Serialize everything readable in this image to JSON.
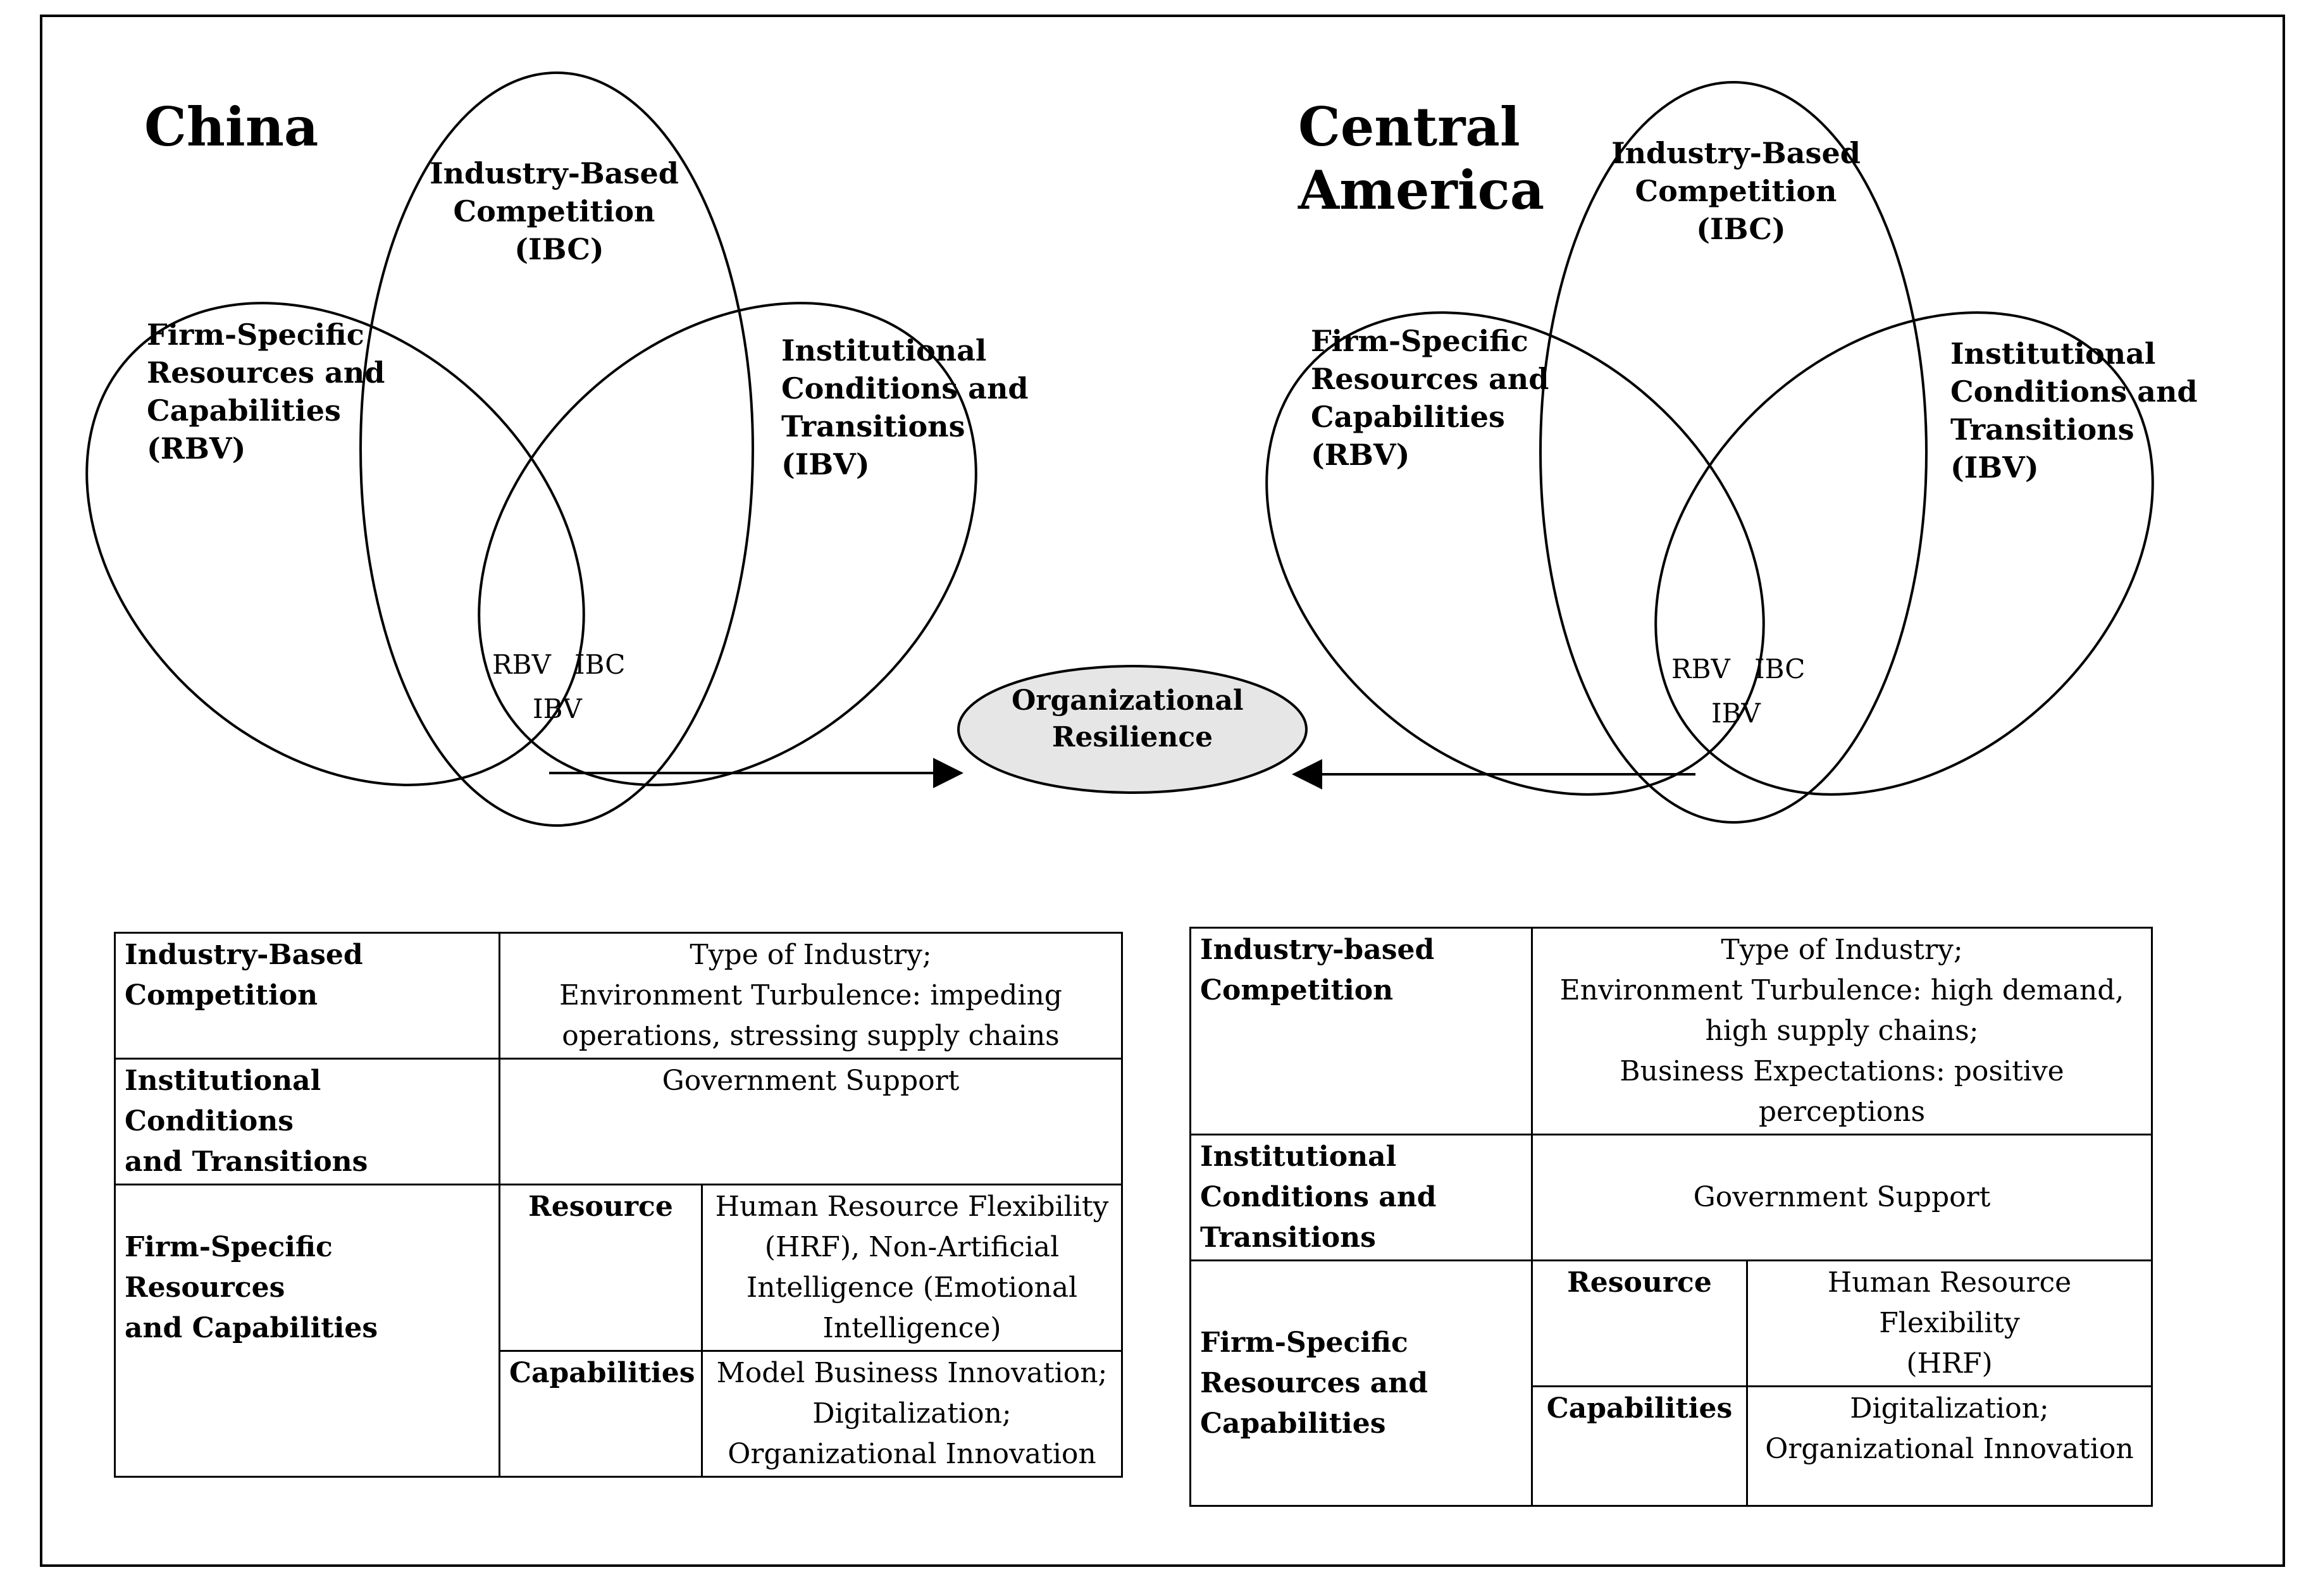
{
  "china": {
    "title": "China",
    "circles": {
      "ibc": [
        "Industry-Based",
        "Competition",
        "(IBC)"
      ],
      "rbv": [
        "Firm-Specific",
        "Resources and",
        "Capabilities",
        "(RBV)"
      ],
      "ibv": [
        "Institutional",
        "Conditions and",
        "Transitions",
        "(IBV)"
      ]
    },
    "intersection": {
      "rbv": "RBV",
      "ibc": "IBC",
      "ibv": "IBV"
    },
    "table": {
      "ibc_label": [
        "Industry-Based",
        "Competition"
      ],
      "ibc_value": [
        "Type of Industry;",
        "Environment Turbulence:  impeding",
        "operations,  stressing supply chains"
      ],
      "inst_label": [
        "Institutional Conditions",
        "and Transitions"
      ],
      "inst_value": "Government Support",
      "firm_label": [
        "Firm-Specific Resources",
        "and Capabilities"
      ],
      "resource_label": "Resource",
      "resource_value": [
        "Human Resource Flexibility",
        "(HRF), Non-Artificial",
        "Intelligence (Emotional",
        "Intelligence)"
      ],
      "capabilities_label": "Capabilities",
      "capabilities_value": [
        "Model Business Innovation;",
        "Digitalization;",
        "Organizational Innovation"
      ]
    }
  },
  "central_america": {
    "title": [
      "Central",
      "America"
    ],
    "circles": {
      "ibc": [
        "Industry-Based",
        "Competition",
        "(IBC)"
      ],
      "rbv": [
        "Firm-Specific",
        "Resources and",
        "Capabilities",
        "(RBV)"
      ],
      "ibv": [
        "Institutional",
        "Conditions and",
        "Transitions",
        "(IBV)"
      ]
    },
    "intersection": {
      "rbv": "RBV",
      "ibc": "IBC",
      "ibv": "IBV"
    },
    "table": {
      "ibc_label": [
        "Industry-based",
        "Competition"
      ],
      "ibc_value": [
        "Type of Industry;",
        "Environment Turbulence:  high demand,",
        "high supply chains;",
        "Business Expectations: positive perceptions"
      ],
      "inst_label": [
        "Institutional",
        "Conditions and",
        "Transitions"
      ],
      "inst_value": "Government Support",
      "firm_label": [
        "Firm-Specific",
        "Resources and",
        "Capabilities"
      ],
      "resource_label": "Resource",
      "resource_value": [
        "Human Resource Flexibility",
        "(HRF)"
      ],
      "capabilities_label": "Capabilities",
      "capabilities_value": [
        "Digitalization;",
        "Organizational Innovation"
      ]
    }
  },
  "outcome": [
    "Organizational",
    "Resilience"
  ]
}
